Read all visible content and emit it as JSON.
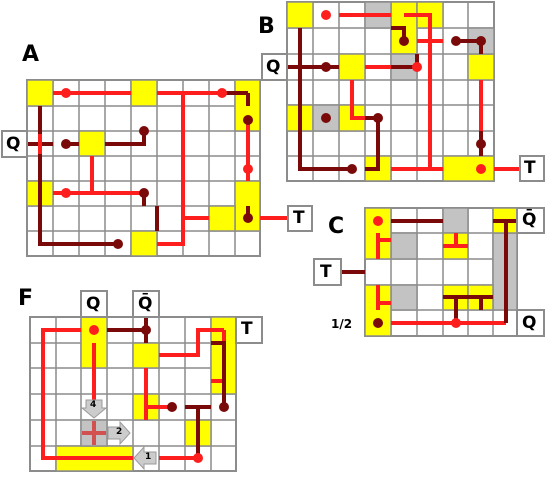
{
  "colors": {
    "grid_line": "#8c8c8c",
    "cell_fill": "#ffffff",
    "yellow": "#ffff00",
    "gray": "#c3c3c3",
    "red": "#ff1e1e",
    "dark": "#7a0a0a",
    "panel_border": "#8c8c8c"
  },
  "panels": [
    {
      "id": "A",
      "title": "A"
    },
    {
      "id": "B",
      "title": "B"
    },
    {
      "id": "C",
      "title": "C"
    },
    {
      "id": "F",
      "title": "F"
    }
  ],
  "terminals": {
    "A_q": "Q",
    "A_t": "T",
    "B_q": "Q",
    "B_t": "T",
    "C_t": "T",
    "C_qbar": "Q̄",
    "C_q": "Q",
    "C_half": "1/2",
    "F_q": "Q",
    "F_qbar": "Q̄",
    "F_t": "T"
  },
  "markers": [
    "4",
    "2",
    "1"
  ]
}
